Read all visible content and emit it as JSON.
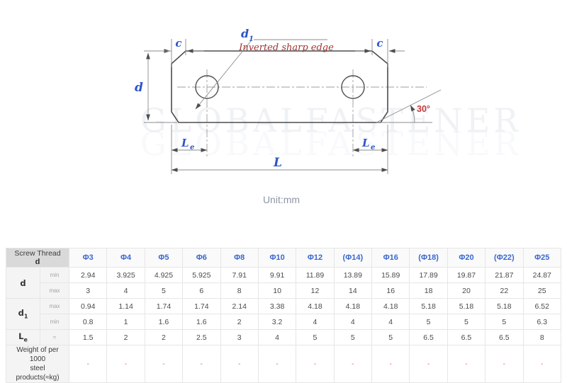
{
  "drawing": {
    "labels": {
      "c": "c",
      "d": "d",
      "d1_base": "d",
      "d1_sub": "1",
      "le_base": "L",
      "le_sub": "e",
      "length": "L",
      "angle": "30°",
      "edge_note": "Inverted sharp edge",
      "unit": "Unit:mm",
      "watermark": "GLOBALFASTENER"
    },
    "colors": {
      "dimension_label_blue": "#2d55c8",
      "edge_note_red": "#a83232",
      "angle_red": "#c23a3a",
      "line_gray": "#4d4d4d"
    }
  },
  "table": {
    "corner": {
      "line1": "Screw Thread",
      "line2": "d"
    },
    "columns": [
      "Φ3",
      "Φ4",
      "Φ5",
      "Φ6",
      "Φ8",
      "Φ10",
      "Φ12",
      "(Φ14)",
      "Φ16",
      "(Φ18)",
      "Φ20",
      "(Φ22)",
      "Φ25"
    ],
    "row_groups": [
      {
        "label_base": "d",
        "label_sub": "",
        "rows": [
          {
            "sub": "min",
            "values": [
              "2.94",
              "3.925",
              "4.925",
              "5.925",
              "7.91",
              "9.91",
              "11.89",
              "13.89",
              "15.89",
              "17.89",
              "19.87",
              "21.87",
              "24.87"
            ]
          },
          {
            "sub": "max",
            "values": [
              "3",
              "4",
              "5",
              "6",
              "8",
              "10",
              "12",
              "14",
              "16",
              "18",
              "20",
              "22",
              "25"
            ]
          }
        ]
      },
      {
        "label_base": "d",
        "label_sub": "1",
        "rows": [
          {
            "sub": "max",
            "values": [
              "0.94",
              "1.14",
              "1.74",
              "1.74",
              "2.14",
              "3.38",
              "4.18",
              "4.18",
              "4.18",
              "5.18",
              "5.18",
              "5.18",
              "6.52"
            ]
          },
          {
            "sub": "min",
            "values": [
              "0.8",
              "1",
              "1.6",
              "1.6",
              "2",
              "3.2",
              "4",
              "4",
              "4",
              "5",
              "5",
              "5",
              "6.3"
            ]
          }
        ]
      },
      {
        "label_base": "L",
        "label_sub": "e",
        "rows": [
          {
            "sub": "≈",
            "values": [
              "1.5",
              "2",
              "2",
              "2.5",
              "3",
              "4",
              "5",
              "5",
              "5",
              "6.5",
              "6.5",
              "6.5",
              "8"
            ]
          }
        ]
      }
    ],
    "weight_row": {
      "label_line1": "Weight of per 1000",
      "label_line2": "steel products(≈kg)",
      "values": [
        "-",
        "-",
        "-",
        "-",
        "-",
        "-",
        "-",
        "-",
        "-",
        "-",
        "-",
        "-",
        "-"
      ]
    }
  }
}
